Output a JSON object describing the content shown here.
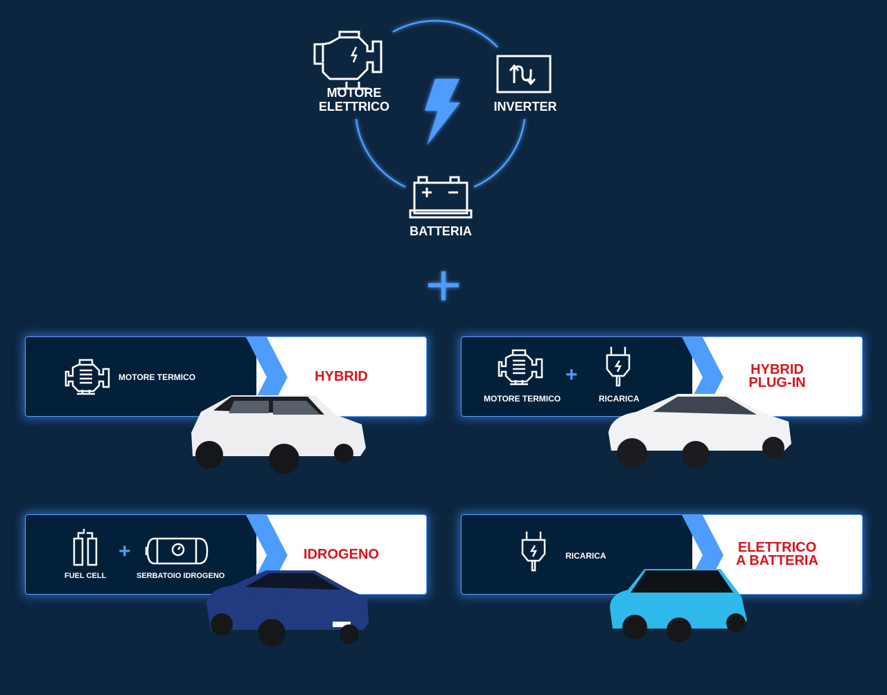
{
  "cycle": {
    "motor_line1": "MOTORE",
    "motor_line2": "ELETTRICO",
    "inverter": "INVERTER",
    "battery": "BATTERIA"
  },
  "cards": [
    {
      "title_line1": "HYBRID",
      "title_line2": "",
      "components": [
        "MOTORE TERMICO"
      ]
    },
    {
      "title_line1": "HYBRID",
      "title_line2": "PLUG-IN",
      "components": [
        "MOTORE TERMICO",
        "RICARICA"
      ]
    },
    {
      "title_line1": "IDROGENO",
      "title_line2": "",
      "components": [
        "FUEL CELL",
        "SERBATOIO IDROGENO"
      ]
    },
    {
      "title_line1": "ELETTRICO",
      "title_line2": "A BATTERIA",
      "components": [
        "RICARICA"
      ]
    }
  ],
  "colors": {
    "background": "#0c2640",
    "accent": "#4f9cff",
    "title_red": "#d7141e"
  }
}
